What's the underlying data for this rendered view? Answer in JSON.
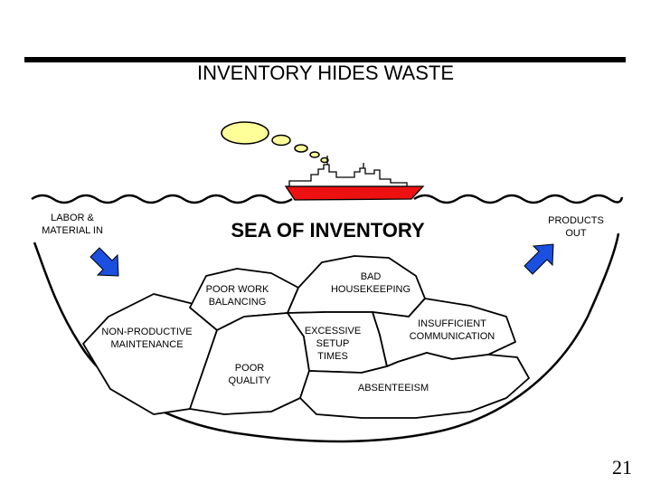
{
  "title": "INVENTORY HIDES WASTE",
  "sea_label": "SEA OF INVENTORY",
  "input_label": [
    "LABOR &",
    "MATERIAL IN"
  ],
  "output_label": [
    "PRODUCTS",
    "OUT"
  ],
  "rocks": {
    "poor_work_balancing": [
      "POOR WORK",
      "BALANCING"
    ],
    "bad_housekeeping": [
      "BAD",
      "HOUSEKEEPING"
    ],
    "non_productive_maintenance": [
      "NON-PRODUCTIVE",
      "MAINTENANCE"
    ],
    "excessive_setup_times": [
      "EXCESSIVE",
      "SETUP",
      "TIMES"
    ],
    "insufficient_communication": [
      "INSUFFICIENT",
      "COMMUNICATION"
    ],
    "poor_quality": [
      "POOR",
      "QUALITY"
    ],
    "absenteeism": [
      "ABSENTEEISM"
    ]
  },
  "page_number": "21",
  "colors": {
    "ship_hull": "#ee1111",
    "smoke": "#ffff99",
    "arrow": "#1a4fe0",
    "line": "#000000"
  }
}
